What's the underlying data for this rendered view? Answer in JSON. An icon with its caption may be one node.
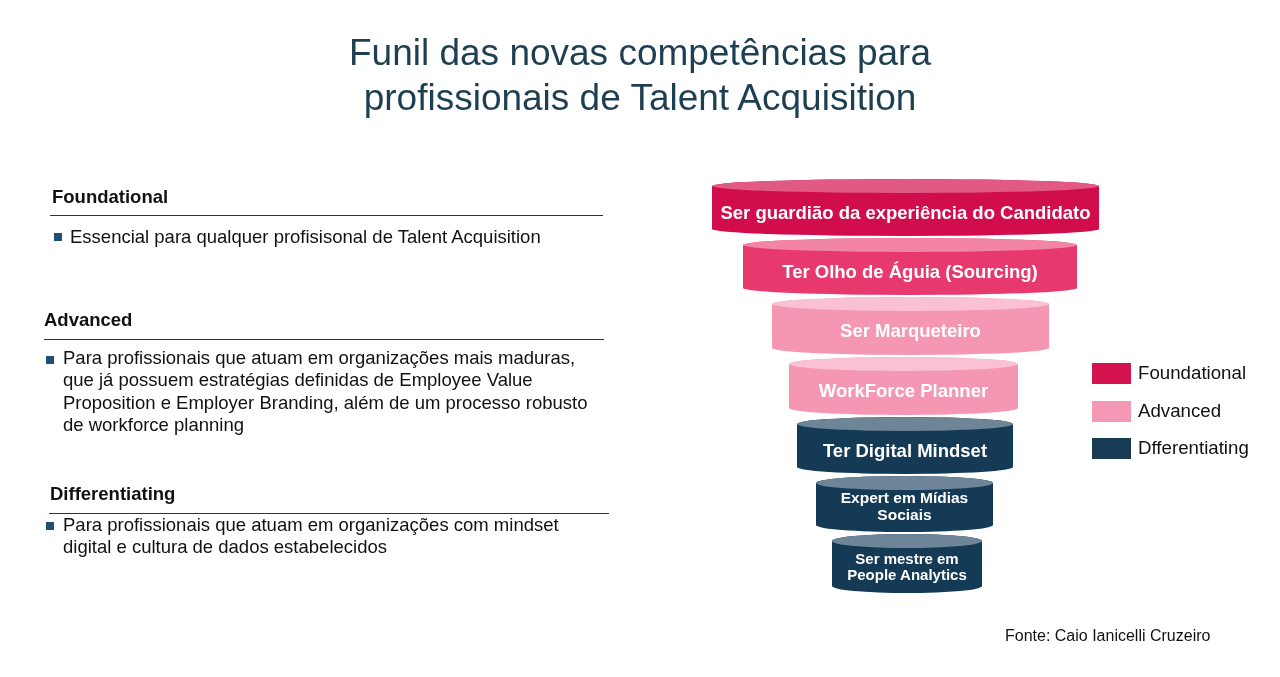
{
  "diagram": {
    "title": "Funil das novas competências para profissionais de Talent Acquisition",
    "caption": "Fonte: Caio Ianicelli Cruzeiro",
    "nodes": [
      {
        "text": [
          "Ser guardião da experiência do Candidato"
        ]
      },
      {
        "text": [
          "Ter Olho de Águia (Sourcing)"
        ]
      },
      {
        "text": [
          "Ser Marqueteiro"
        ]
      },
      {
        "text": [
          "WorkForce Planner"
        ]
      },
      {
        "text": [
          "Ter Digital Mindset"
        ]
      },
      {
        "text": [
          "Expert em Mídias Sociais"
        ]
      },
      {
        "text": [
          "Ser mestre em People Analytics"
        ]
      }
    ],
    "labels": [
      "Foundational",
      "Essencial para qualquer profisisonal de Talent Acquisition",
      "Advanced",
      "Para profissionais que atuam em organizações mais maduras, que já possuem estratégias definidas de Employee Value Proposition e Employer Branding, além de um processo robusto de workforce planning",
      "Differentiating",
      "Para profissionais que atuam em organizações com mindset digital e cultura de dados estabelecidos"
    ],
    "legend": [
      {
        "text": "Foundational",
        "color": "#d4124e"
      },
      {
        "text": "Advanced",
        "color": "#f598b4"
      },
      {
        "text": "Dfferentiating",
        "color": "#173a55"
      }
    ]
  }
}
